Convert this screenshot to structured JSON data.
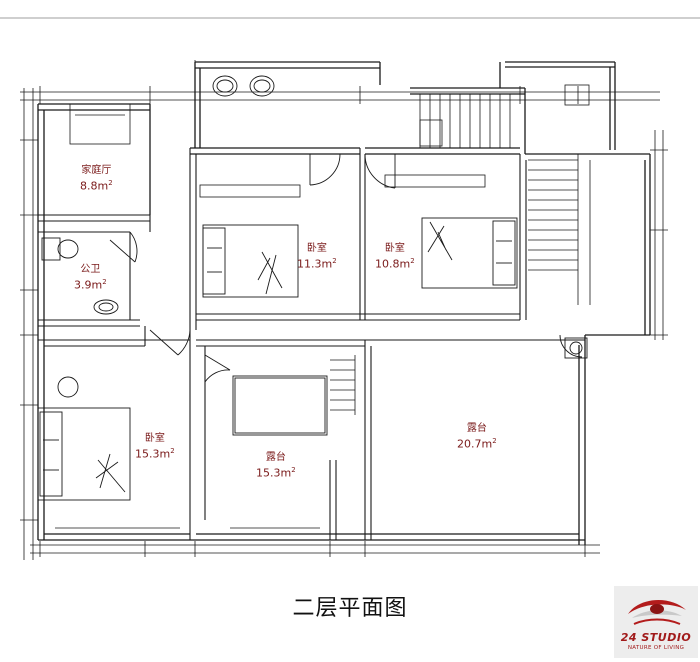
{
  "drawing": {
    "title": "二层平面图",
    "line_color": "#1a1a1a",
    "label_color": "#7a1a1a",
    "rooms": [
      {
        "id": "family",
        "name": "家庭厅",
        "area": "8.8",
        "unit": "m",
        "unit_sup": "2"
      },
      {
        "id": "bath",
        "name": "公卫",
        "area": "3.9",
        "unit": "m",
        "unit_sup": "2"
      },
      {
        "id": "bed-a",
        "name": "卧室",
        "area": "11.3",
        "unit": "m",
        "unit_sup": "2"
      },
      {
        "id": "bed-b",
        "name": "卧室",
        "area": "10.8",
        "unit": "m",
        "unit_sup": "2"
      },
      {
        "id": "bed-c",
        "name": "卧室",
        "area": "15.3",
        "unit": "m",
        "unit_sup": "2"
      },
      {
        "id": "terrace-a",
        "name": "露台",
        "area": "15.3",
        "unit": "m",
        "unit_sup": "2"
      },
      {
        "id": "terrace-b",
        "name": "露台",
        "area": "20.7",
        "unit": "m",
        "unit_sup": "2"
      }
    ]
  },
  "logo": {
    "brand": "24 STUDIO",
    "tagline": "NATURE OF LIVING",
    "color": "#a11a1a",
    "icon": "swoosh-eye-icon"
  }
}
